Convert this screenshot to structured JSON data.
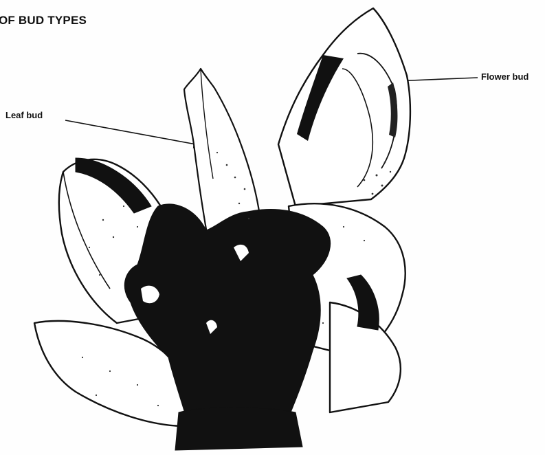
{
  "diagram": {
    "title": "OF BUD TYPES",
    "labels": {
      "leaf_bud": "Leaf bud",
      "flower_bud": "Flower bud"
    }
  }
}
